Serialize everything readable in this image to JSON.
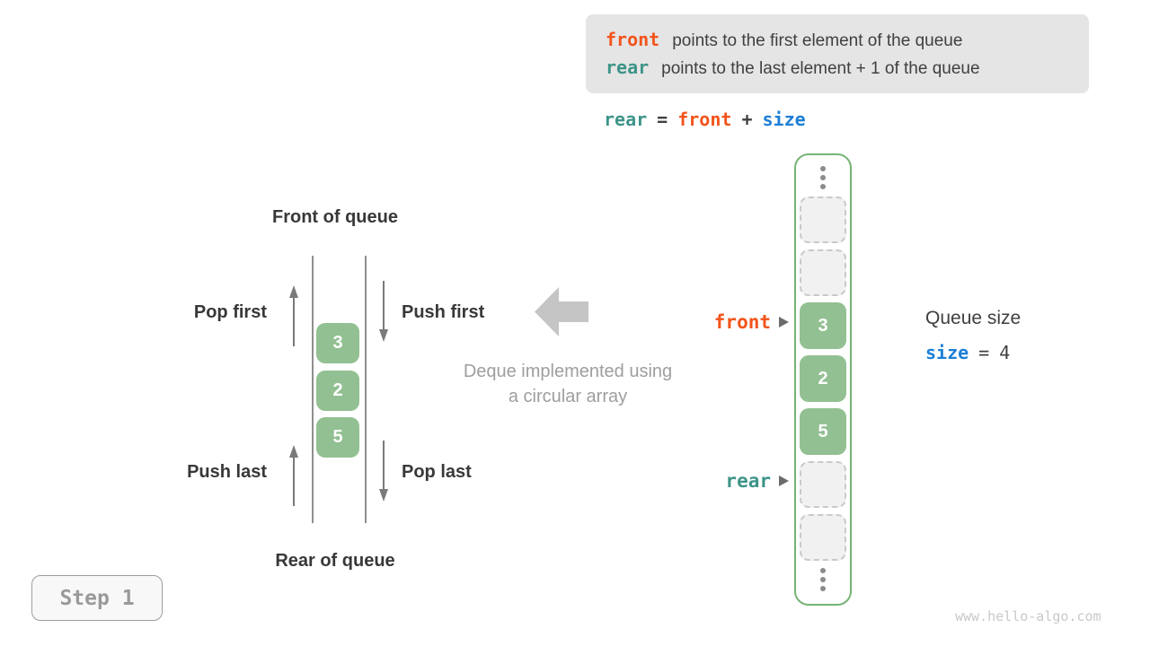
{
  "info_box": {
    "lines": [
      {
        "token": "front",
        "text": "points to the first element of the queue"
      },
      {
        "token": "rear",
        "text": "points to the last element + 1 of the queue"
      }
    ]
  },
  "formula": {
    "lhs": "rear",
    "eq": "=",
    "mid": "front",
    "plus": "+",
    "rhs": "size"
  },
  "deque_diagram": {
    "front_label": "Front of queue",
    "rear_label": "Rear of queue",
    "pop_first": "Pop first",
    "push_first": "Push first",
    "push_last": "Push last",
    "pop_last": "Pop last",
    "values": [
      "3",
      "2",
      "5"
    ]
  },
  "caption": {
    "line1": "Deque implemented using",
    "line2": "a circular array"
  },
  "array_column": {
    "cells": [
      {
        "type": "dots"
      },
      {
        "type": "empty"
      },
      {
        "type": "empty"
      },
      {
        "type": "value",
        "value": "3"
      },
      {
        "type": "value",
        "value": "2"
      },
      {
        "type": "value",
        "value": "5"
      },
      {
        "type": "empty"
      },
      {
        "type": "empty"
      },
      {
        "type": "dots"
      }
    ],
    "front_pointer": "front",
    "rear_pointer": "rear"
  },
  "queue_size": {
    "label": "Queue size",
    "token": "size",
    "eq": "=",
    "value": "4"
  },
  "step_badge": "Step 1",
  "watermark": "www.hello-algo.com",
  "colors": {
    "front": "#f2541c",
    "rear": "#3d9488",
    "size": "#1c7ed6",
    "cell_green": "#92c092",
    "column_border": "#76b376",
    "info_box_bg": "#e5e5e5"
  }
}
